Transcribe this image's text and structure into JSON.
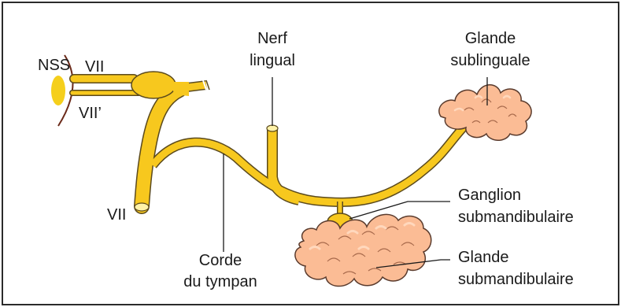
{
  "labels": {
    "nss": "NSS",
    "vii_top": "VII",
    "vii_prime": "VII’",
    "vii_bottom": "VII",
    "nerf_lingual_line1": "Nerf",
    "nerf_lingual_line2": "lingual",
    "glande_sublinguale_line1": "Glande",
    "glande_sublinguale_line2": "sublinguale",
    "ganglion_line1": "Ganglion",
    "ganglion_line2": "submandibulaire",
    "glande_submandibulaire_line1": "Glande",
    "glande_submandibulaire_line2": "submandibulaire",
    "corde_line1": "Corde",
    "corde_line2": "du tympan"
  },
  "colors": {
    "nerve_fill": "#f7c81e",
    "nerve_stroke": "#5b4a1d",
    "nss_fill": "#f5cf1c",
    "gland_fill": "#fbbc95",
    "gland_stroke": "#5a3b2d",
    "gland_highlight": "#ffd8bd",
    "frame": "#2b2b2b",
    "leader_line": "#1a1a1a",
    "brainstem_line": "#6b2a1a"
  }
}
